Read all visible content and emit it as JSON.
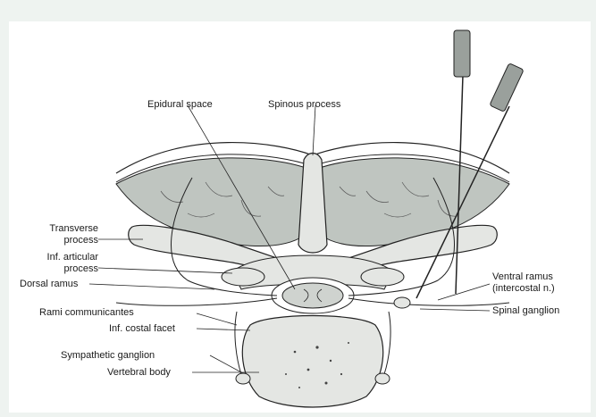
{
  "labels": {
    "epidural_space": "Epidural space",
    "spinous_process": "Spinous process",
    "transverse_process_1": "Transverse",
    "transverse_process_2": "process",
    "inf_articular_1": "Inf. articular",
    "inf_articular_2": "process",
    "dorsal_ramus": "Dorsal ramus",
    "rami_communicantes": "Rami communicantes",
    "inf_costal_facet": "Inf. costal facet",
    "sympathetic_ganglion": "Sympathetic ganglion",
    "vertebral_body": "Vertebral body",
    "ventral_ramus_1": "Ventral ramus",
    "ventral_ramus_2": "(intercostal n.)",
    "spinal_ganglion": "Spinal ganglion"
  },
  "colors": {
    "background": "#eef3f0",
    "panel": "#ffffff",
    "muscle": "#bfc5c0",
    "bone": "#e4e6e3",
    "line": "#222222"
  }
}
